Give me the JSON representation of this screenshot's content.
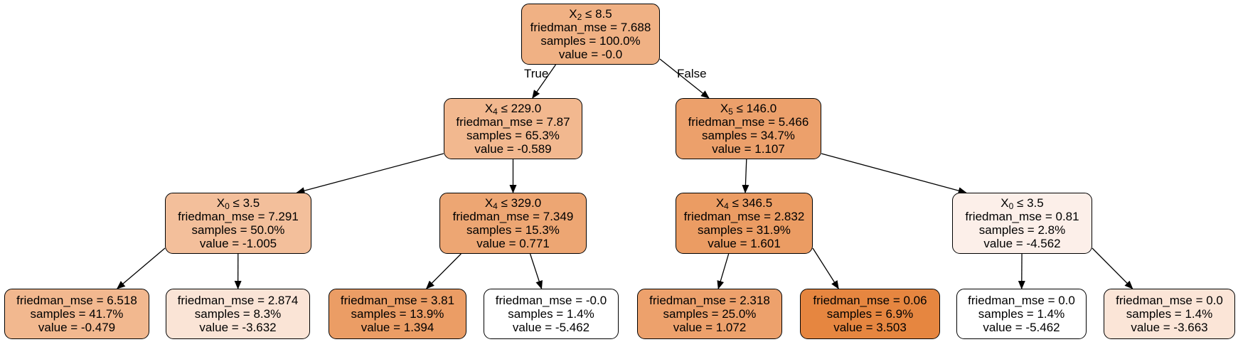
{
  "tree": {
    "edge_labels": {
      "true_label": "True",
      "false_label": "False"
    },
    "nodes": [
      {
        "id": "n0",
        "split": {
          "feature": "X",
          "index": "2",
          "op": "≤",
          "threshold": "8.5"
        },
        "mse": "friedman_mse = 7.688",
        "samples": "samples = 100.0%",
        "value": "value = -0.0",
        "fill": "#f0b184"
      },
      {
        "id": "n1",
        "split": {
          "feature": "X",
          "index": "4",
          "op": "≤",
          "threshold": "229.0"
        },
        "mse": "friedman_mse = 7.87",
        "samples": "samples = 65.3%",
        "value": "value = -0.589",
        "fill": "#f2b88f"
      },
      {
        "id": "n2",
        "split": {
          "feature": "X",
          "index": "5",
          "op": "≤",
          "threshold": "146.0"
        },
        "mse": "friedman_mse = 5.466",
        "samples": "samples = 34.7%",
        "value": "value = 1.107",
        "fill": "#eca06b"
      },
      {
        "id": "n3",
        "split": {
          "feature": "X",
          "index": "0",
          "op": "≤",
          "threshold": "3.5"
        },
        "mse": "friedman_mse = 7.291",
        "samples": "samples = 50.0%",
        "value": "value = -1.005",
        "fill": "#f3bf9b"
      },
      {
        "id": "n4",
        "split": {
          "feature": "X",
          "index": "4",
          "op": "≤",
          "threshold": "329.0"
        },
        "mse": "friedman_mse = 7.349",
        "samples": "samples = 15.3%",
        "value": "value = 0.771",
        "fill": "#eda673"
      },
      {
        "id": "n5",
        "split": {
          "feature": "X",
          "index": "4",
          "op": "≤",
          "threshold": "346.5"
        },
        "mse": "friedman_mse = 2.832",
        "samples": "samples = 31.9%",
        "value": "value = 1.601",
        "fill": "#eb9c63"
      },
      {
        "id": "n6",
        "split": {
          "feature": "X",
          "index": "0",
          "op": "≤",
          "threshold": "3.5"
        },
        "mse": "friedman_mse = 0.81",
        "samples": "samples = 2.8%",
        "value": "value = -4.562",
        "fill": "#fcefe9"
      },
      {
        "id": "n7",
        "split": null,
        "mse": "friedman_mse = 6.518",
        "samples": "samples = 41.7%",
        "value": "value = -0.479",
        "fill": "#f2b88f"
      },
      {
        "id": "n8",
        "split": null,
        "mse": "friedman_mse = 2.874",
        "samples": "samples = 8.3%",
        "value": "value = -3.632",
        "fill": "#fae4d6"
      },
      {
        "id": "n9",
        "split": null,
        "mse": "friedman_mse = 3.81",
        "samples": "samples = 13.9%",
        "value": "value = 1.394",
        "fill": "#eb9d65"
      },
      {
        "id": "n10",
        "split": null,
        "mse": "friedman_mse = -0.0",
        "samples": "samples = 1.4%",
        "value": "value = -5.462",
        "fill": "#ffffff"
      },
      {
        "id": "n11",
        "split": null,
        "mse": "friedman_mse = 2.318",
        "samples": "samples = 25.0%",
        "value": "value = 1.072",
        "fill": "#eda16c"
      },
      {
        "id": "n12",
        "split": null,
        "mse": "friedman_mse = 0.06",
        "samples": "samples = 6.9%",
        "value": "value = 3.503",
        "fill": "#e68640"
      },
      {
        "id": "n13",
        "split": null,
        "mse": "friedman_mse = 0.0",
        "samples": "samples = 1.4%",
        "value": "value = -5.462",
        "fill": "#ffffff"
      },
      {
        "id": "n14",
        "split": null,
        "mse": "friedman_mse = 0.0",
        "samples": "samples = 1.4%",
        "value": "value = -3.663",
        "fill": "#fbe5d7"
      }
    ],
    "edges": [
      {
        "from": "n0",
        "to": "n1",
        "label": "True"
      },
      {
        "from": "n0",
        "to": "n2",
        "label": "False"
      },
      {
        "from": "n1",
        "to": "n3"
      },
      {
        "from": "n1",
        "to": "n4"
      },
      {
        "from": "n2",
        "to": "n5"
      },
      {
        "from": "n2",
        "to": "n6"
      },
      {
        "from": "n3",
        "to": "n7"
      },
      {
        "from": "n3",
        "to": "n8"
      },
      {
        "from": "n4",
        "to": "n9"
      },
      {
        "from": "n4",
        "to": "n10"
      },
      {
        "from": "n5",
        "to": "n11"
      },
      {
        "from": "n5",
        "to": "n12"
      },
      {
        "from": "n6",
        "to": "n13"
      },
      {
        "from": "n6",
        "to": "n14"
      }
    ]
  }
}
